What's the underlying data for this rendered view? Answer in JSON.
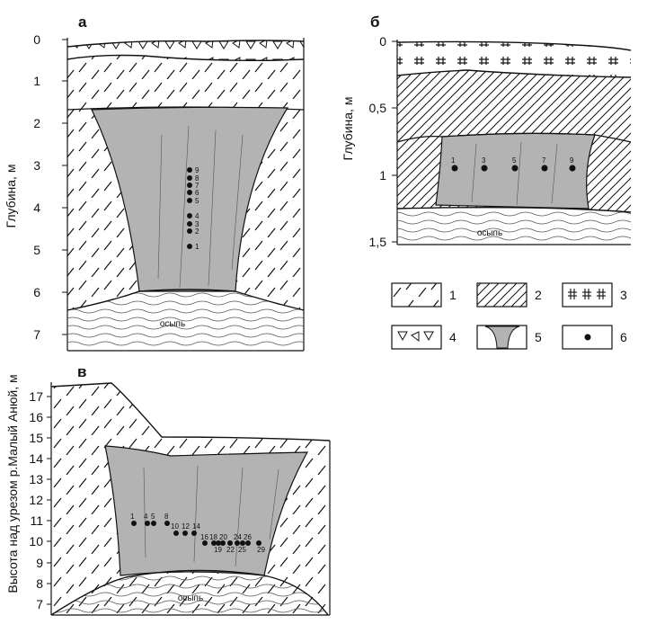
{
  "panels": {
    "a": {
      "letter": "а",
      "ylabel": "Глубина, м",
      "ticks": [
        "0",
        "1",
        "2",
        "3",
        "4",
        "5",
        "6",
        "7"
      ],
      "scree": "осыпь",
      "samples": [
        "9",
        "8",
        "7",
        "6",
        "5",
        "4",
        "3",
        "2",
        "1"
      ]
    },
    "b": {
      "letter": "б",
      "ylabel": "Глубина, м",
      "ticks": [
        "0",
        "0,5",
        "1",
        "1,5"
      ],
      "scree": "осыпь",
      "samples": [
        "1",
        "3",
        "5",
        "7",
        "9"
      ]
    },
    "c": {
      "letter": "в",
      "ylabel": "Высота над урезом р.Малый Анюй, м",
      "ticks": [
        "7",
        "8",
        "9",
        "10",
        "11",
        "12",
        "13",
        "14",
        "15",
        "16",
        "17"
      ],
      "scree": "осыпь",
      "samples": [
        "1",
        "4",
        "5",
        "8",
        "10",
        "12",
        "14",
        "16",
        "18",
        "20",
        "24",
        "26",
        "19",
        "22",
        "25",
        "29"
      ]
    }
  },
  "legend": {
    "items": [
      {
        "number": "1",
        "icon": "sparse-hatch-pattern"
      },
      {
        "number": "2",
        "icon": "dense-diagonal-hatch-pattern"
      },
      {
        "number": "3",
        "icon": "hash-pattern"
      },
      {
        "number": "4",
        "icon": "triangle-pattern"
      },
      {
        "number": "5",
        "icon": "ice-wedge-shape"
      },
      {
        "number": "6",
        "icon": "sample-dot"
      }
    ]
  },
  "colors": {
    "wedge_fill": "#b3b3b3",
    "line": "#111111",
    "background": "#ffffff"
  }
}
